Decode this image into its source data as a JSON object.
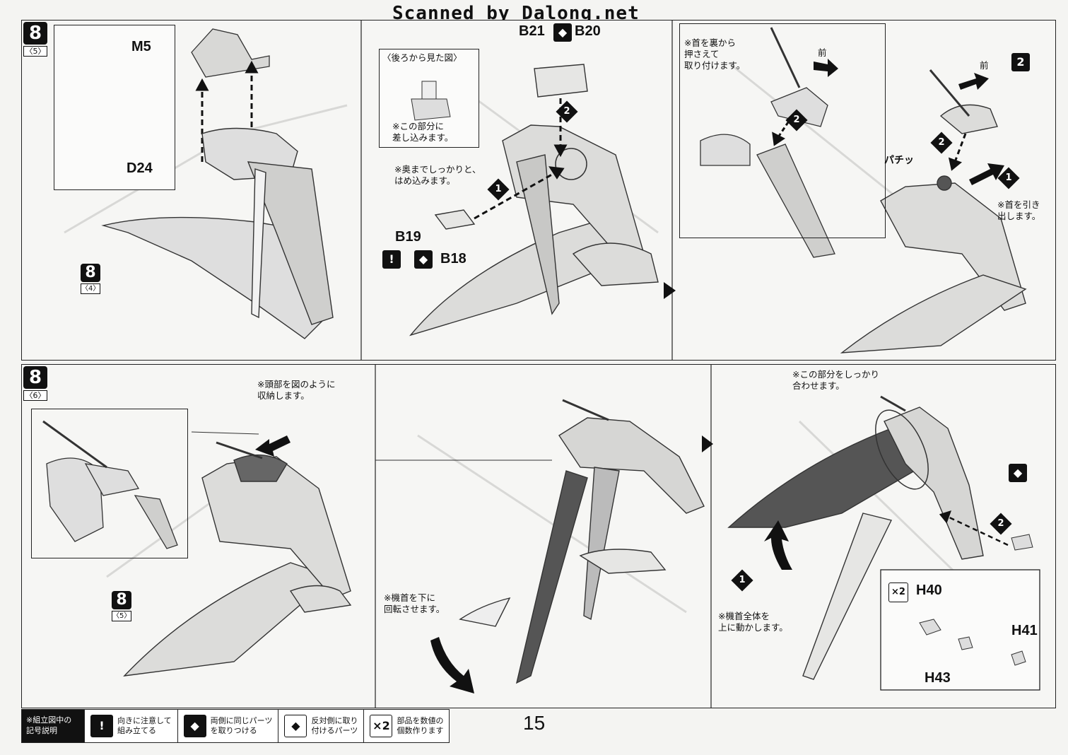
{
  "watermark": "Scanned by Dalong.net",
  "page_number": "15",
  "top_section": {
    "step": {
      "number": "8",
      "sub": "〈5〉"
    },
    "ref_badge": {
      "number": "8",
      "sub": "〈4〉"
    },
    "inset_labels": {
      "m": "M5",
      "d": "D24"
    },
    "panel2": {
      "header_label": "B21",
      "header_label_right": "B20",
      "back_view_title": "〈後ろから見た図〉",
      "back_view_note": "※この部分に\n差し込みます。",
      "insert_note": "※奥までしっかりと、\nはめ込みます。",
      "part_label": "B19",
      "part_label2": "B18"
    },
    "panel3": {
      "neck_note": "※首を裏から\n押さえて\n取り付けます。",
      "front_label": "前",
      "front_label2": "前",
      "snap_label": "パチッ",
      "pull_note": "※首を引き\n出します。",
      "step_box": "2"
    }
  },
  "bottom_section": {
    "step": {
      "number": "8",
      "sub": "〈6〉"
    },
    "ref_badge": {
      "number": "8",
      "sub": "〈5〉"
    },
    "head_note": "※頭部を図のように\n収納します。",
    "nose_note": "※機首を下に\n回転させます。",
    "align_note": "※この部分をしっかり\n合わせます。",
    "move_note": "※機首全体を\n上に動かします。",
    "h_parts": {
      "qty": "×2",
      "h40": "H40",
      "h41": "H41",
      "h43": "H43"
    }
  },
  "legend": {
    "heading": "※組立図中の\n記号説明",
    "items": [
      {
        "icon": "!",
        "text": "向きに注意して\n組み立てる"
      },
      {
        "icon": "◆",
        "text": "両側に同じパーツ\nを取りつける"
      },
      {
        "icon": "◆",
        "text": "反対側に取り\n付けるパーツ"
      },
      {
        "icon": "×2",
        "text": "部品を数値の\n個数作ります"
      }
    ]
  }
}
